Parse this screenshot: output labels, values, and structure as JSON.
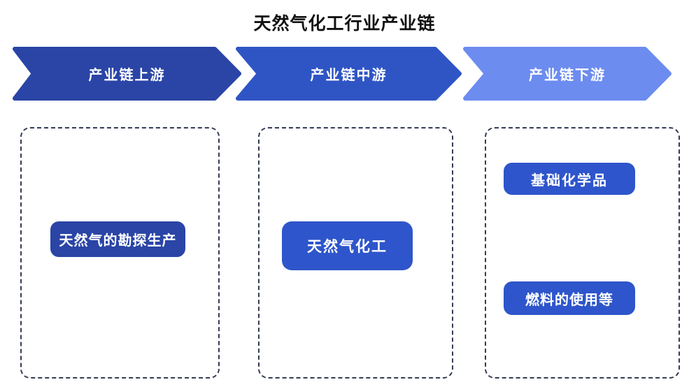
{
  "title": "天然气化工行业产业链",
  "colors": {
    "arrow_upstream": "#2a45a6",
    "arrow_midstream": "#2f55c5",
    "arrow_downstream": "#6c8cef",
    "node_dark_blue": "#2a45a6",
    "node_bright_blue": "#2e55cb",
    "dashed_border": "#343c54",
    "text_on_blue": "#ffffff",
    "title_text": "#111111"
  },
  "stages": [
    {
      "label": "产业链上游",
      "items": [
        "天然气的勘探生产"
      ]
    },
    {
      "label": "产业链中游",
      "items": [
        "天然气化工"
      ]
    },
    {
      "label": "产业链下游",
      "items": [
        "基础化学品",
        "燃料的使用等"
      ]
    }
  ]
}
